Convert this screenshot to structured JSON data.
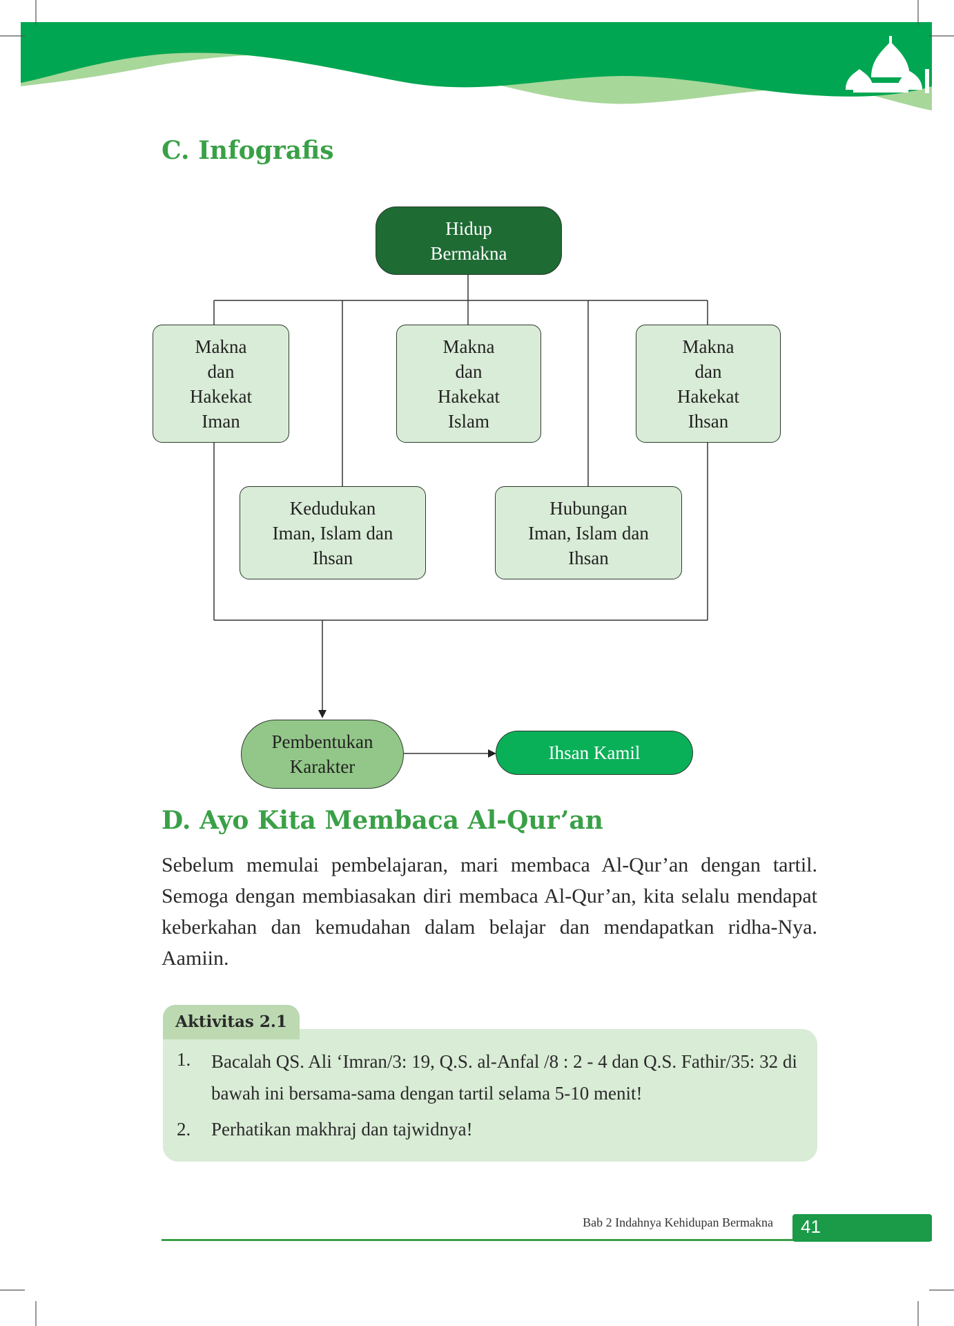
{
  "section_c": {
    "heading": "C. Infografis"
  },
  "flowchart": {
    "root": "Hidup\nBermakna",
    "iman": "Makna\ndan\nHakekat\nIman",
    "islam": "Makna\ndan\nHakekat\nIslam",
    "ihsan": "Makna\ndan\nHakekat\nIhsan",
    "kedudukan": "Kedudukan\nIman, Islam dan\nIhsan",
    "hubungan": "Hubungan\nIman, Islam dan\nIhsan",
    "karakter": "Pembentukan\nKarakter",
    "kamil": "Ihsan Kamil"
  },
  "section_d": {
    "heading": "D. Ayo Kita Membaca Al-Qur’an",
    "paragraph": "Sebelum memulai pembelajaran, mari membaca Al-Qur’an dengan tartil. Semoga dengan membiasakan diri membaca Al-Qur’an, kita selalu mendapat keberkahan dan kemudahan dalam belajar dan mendapatkan ridha-Nya. Aamiin."
  },
  "activity": {
    "title": "Aktivitas 2.1",
    "items": [
      {
        "num": "1.",
        "text": "Bacalah QS. Ali ‘Imran/3: 19, Q.S. al-Anfal /8 : 2 - 4 dan Q.S. Fathir/35: 32 di bawah ini bersama-sama dengan tartil selama 5-10 menit!"
      },
      {
        "num": "2.",
        "text": "Perhatikan makhraj dan tajwidnya!"
      }
    ]
  },
  "footer": {
    "chapter": "Bab 2 Indahnya Kehidupan Bermakna",
    "page": "41"
  },
  "colors": {
    "accent": "#3aa047",
    "banner": "#00a651",
    "dark_box": "#1e6b34",
    "light_box": "#d9ecd7"
  }
}
